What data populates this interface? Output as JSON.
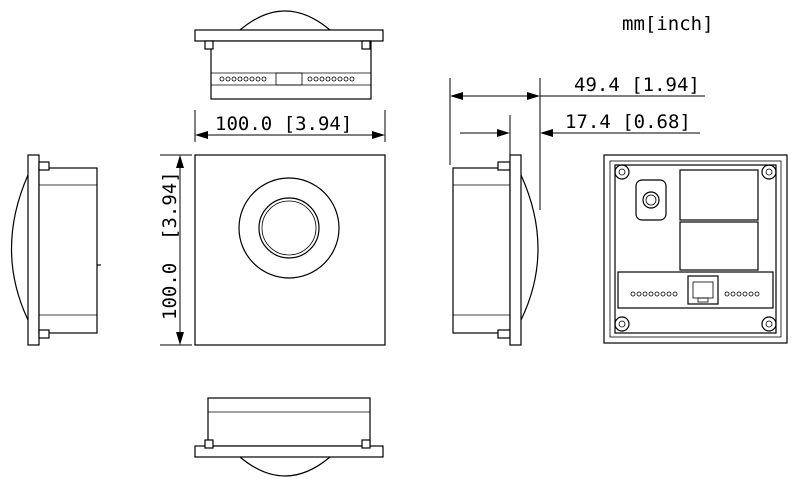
{
  "units_label": "mm[inch]",
  "dimensions": {
    "front_width": "100.0 [3.94]",
    "front_height_mm": "100.0",
    "front_height_inch": "[3.94]",
    "depth_total": "49.4 [1.94]",
    "depth_dome": "17.4 [0.68]"
  }
}
